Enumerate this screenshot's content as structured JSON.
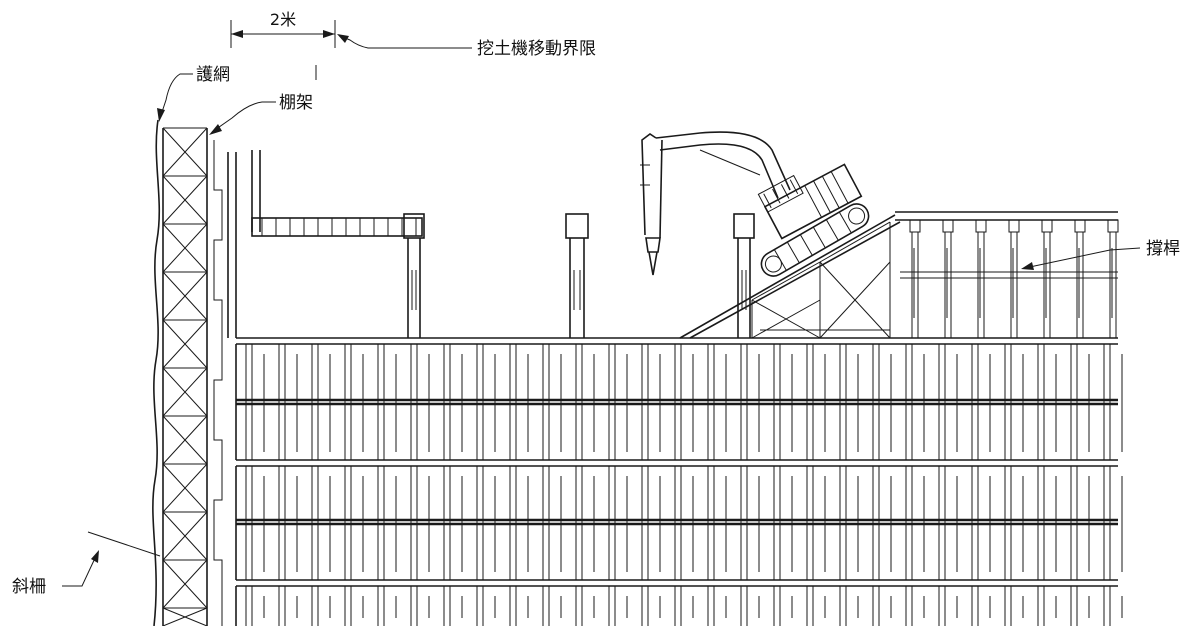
{
  "labels": {
    "dimension": "2米",
    "excavator_limit": "挖土機移動界限",
    "protective_net": "護網",
    "scaffold": "棚架",
    "strut": "撐桿",
    "inclined_fence": "斜柵"
  }
}
